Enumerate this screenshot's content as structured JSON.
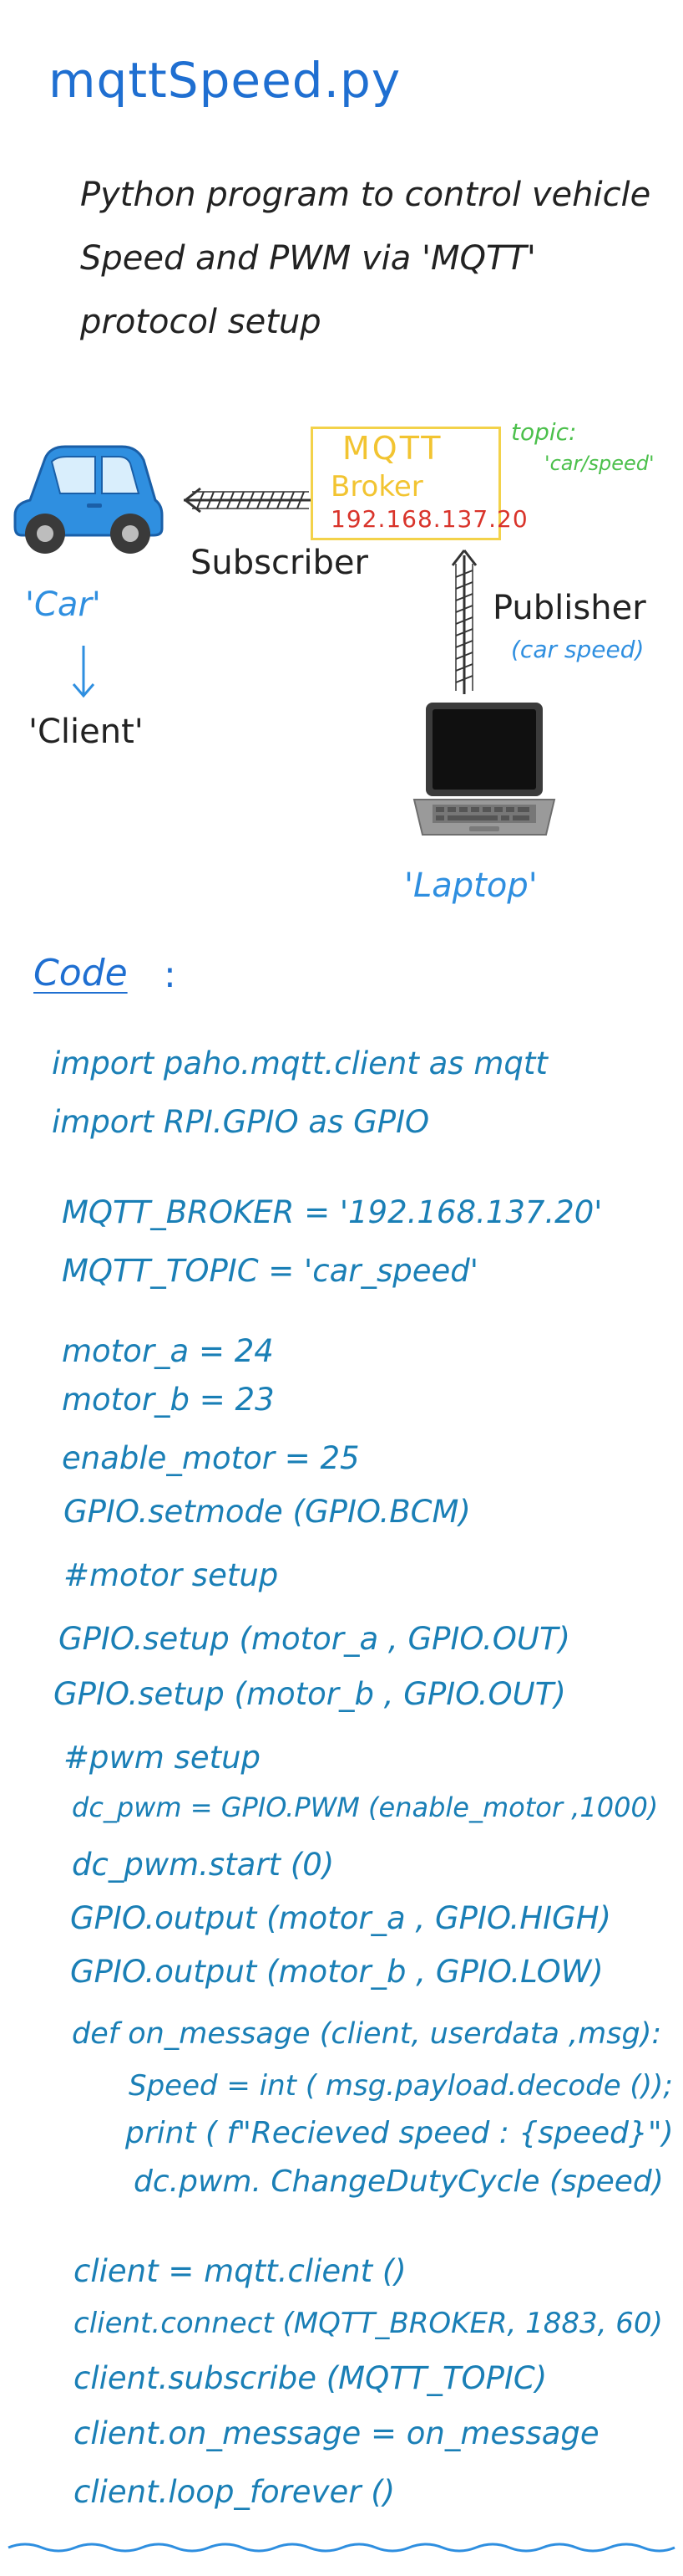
{
  "title": "mqttSpeed.py",
  "description": [
    "Python program to control vehicle",
    "Speed and PWM via 'MQTT'",
    "protocol setup"
  ],
  "diagram": {
    "broker_title": "MQTT",
    "broker_subtitle": "Broker",
    "broker_ip": "192.168.137.20",
    "topic_label": "topic:",
    "topic_value": "'car/speed'",
    "subscriber_label": "Subscriber",
    "publisher_label": "Publisher",
    "publisher_note": "(car speed)",
    "car_label": "'Car'",
    "client_label": "'Client'",
    "laptop_label": "'Laptop'",
    "colors": {
      "title_blue": "#1f6fd1",
      "code_blue": "#1a7fb6",
      "broker_yellow": "#f2c431",
      "ip_red": "#d9342b",
      "topic_green": "#4cc04c",
      "car_blue": "#2f8fe0"
    },
    "icons": [
      "car-icon",
      "laptop-icon",
      "arrow-down-icon"
    ]
  },
  "code_heading": "Code",
  "code_colon": ":",
  "code": [
    "import paho.mqtt.client as mqtt",
    "import RPI.GPIO as GPIO",
    "MQTT_BROKER = '192.168.137.20'",
    "MQTT_TOPIC = 'car_speed'",
    "motor_a = 24",
    "motor_b = 23",
    "enable_motor = 25",
    "GPIO.setmode (GPIO.BCM)",
    "#motor setup",
    "GPIO.setup (motor_a , GPIO.OUT)",
    "GPIO.setup (motor_b , GPIO.OUT)",
    "#pwm setup",
    "dc_pwm = GPIO.PWM (enable_motor ,1000)",
    "dc_pwm.start (0)",
    "GPIO.output (motor_a , GPIO.HIGH)",
    "GPIO.output (motor_b , GPIO.LOW)",
    "def on_message (client, userdata ,msg):",
    "Speed = int ( msg.payload.decode ());",
    "print ( f\"Recieved speed : {speed}\")",
    "dc.pwm. ChangeDutyCycle (speed)",
    "client = mqtt.client ()",
    "client.connect (MQTT_BROKER, 1883, 60)",
    "client.subscribe (MQTT_TOPIC)",
    "client.on_message = on_message",
    "client.loop_forever ()"
  ]
}
